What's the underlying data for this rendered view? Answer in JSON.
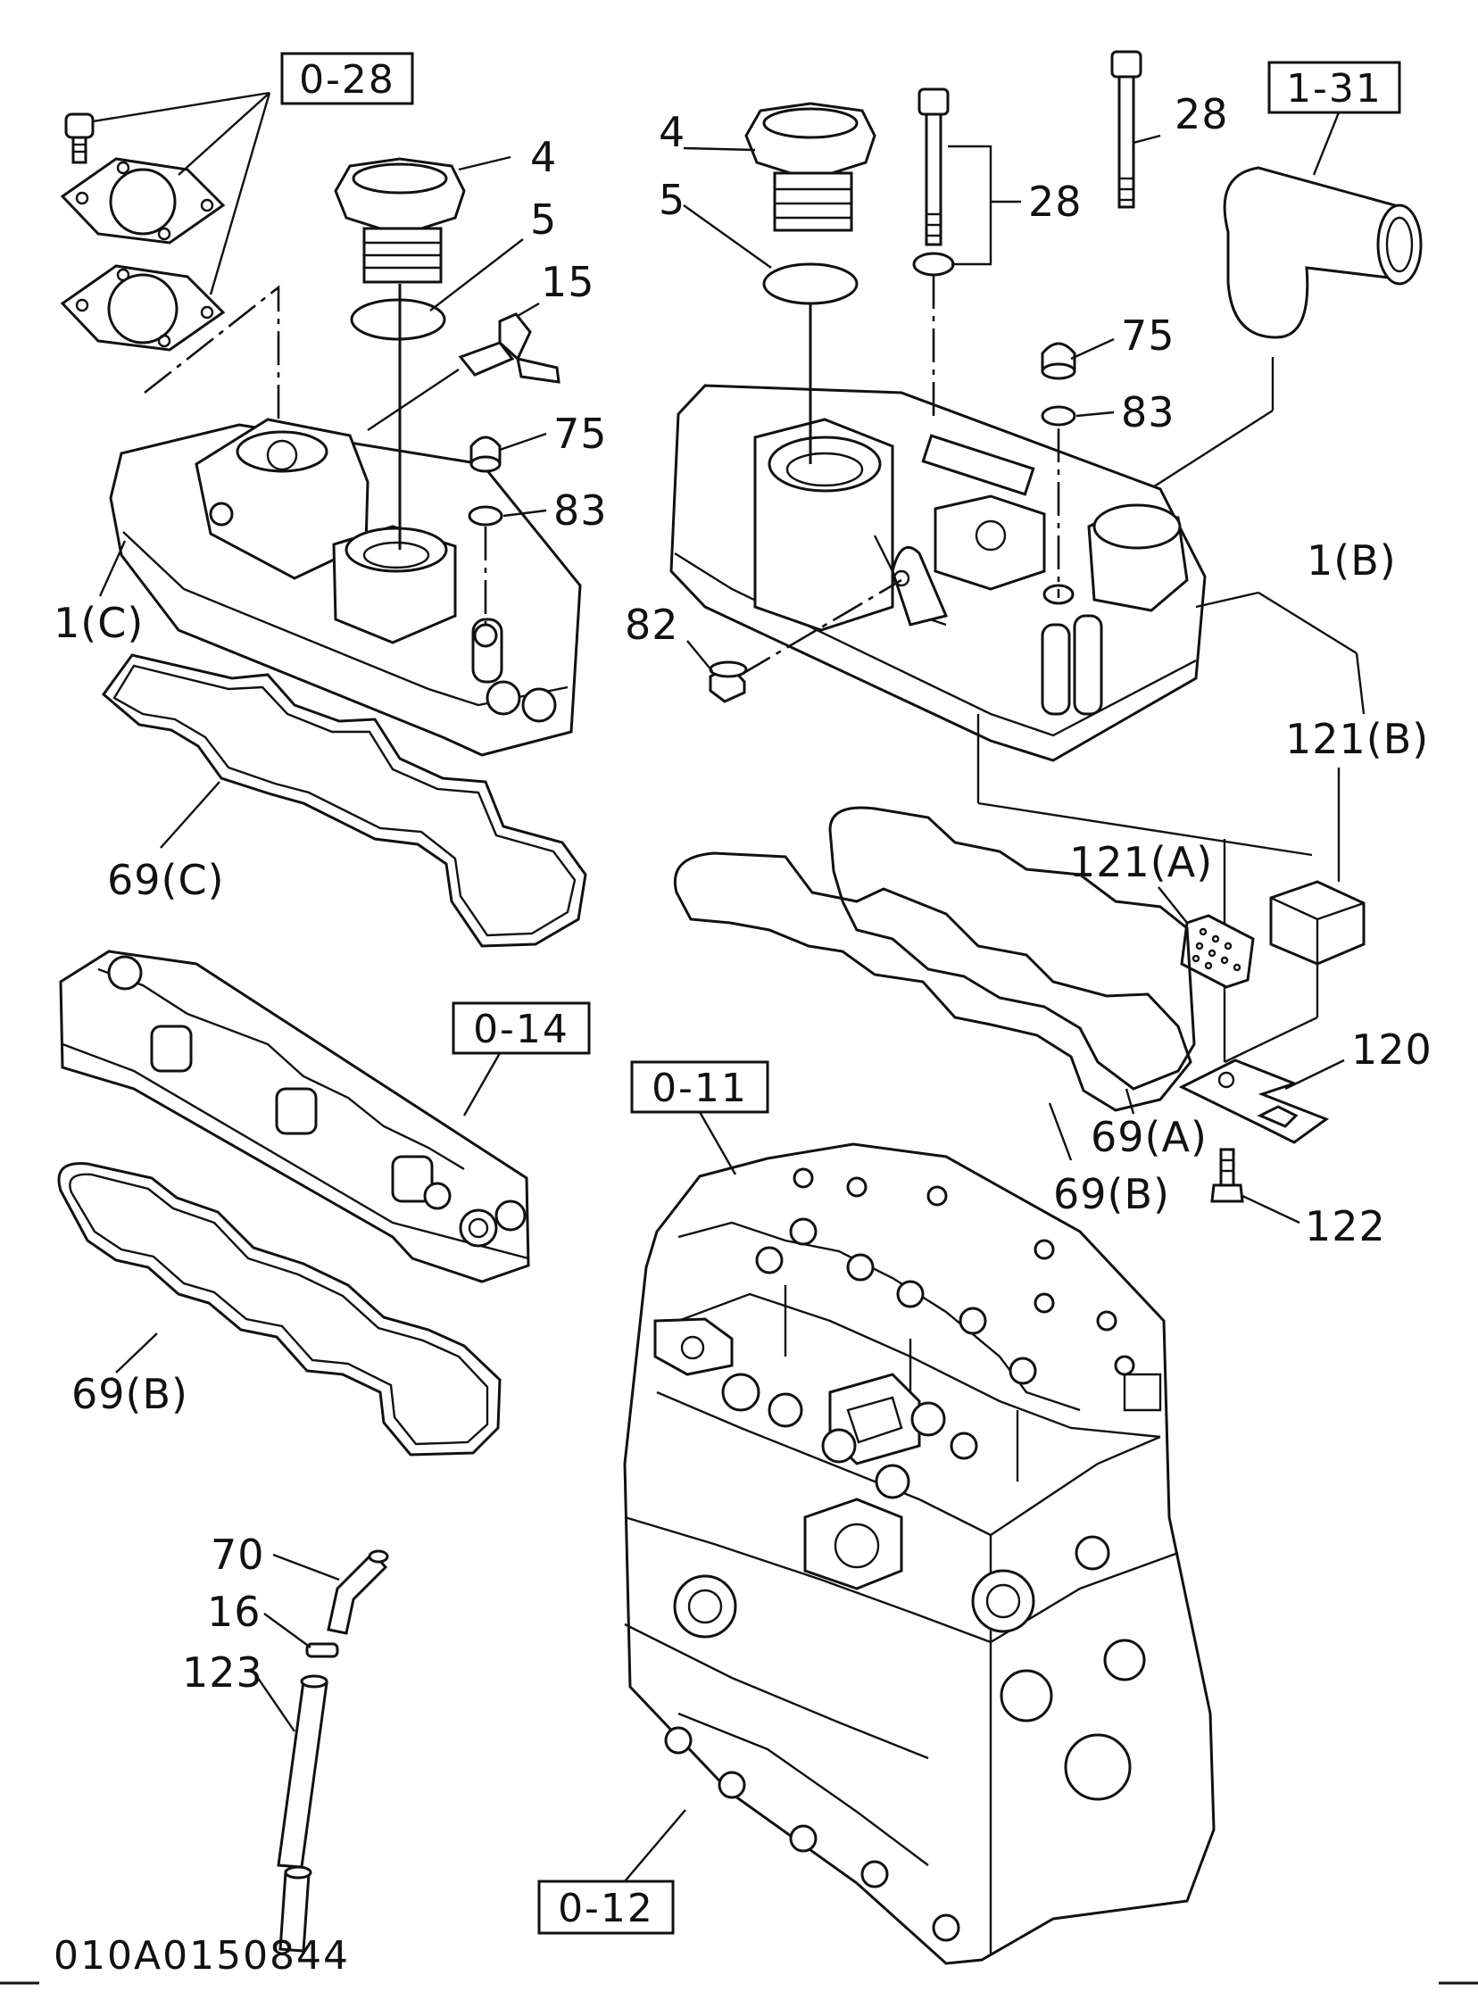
{
  "diagram": {
    "figure_code": "010A0150844",
    "reference_boxes": [
      "0-28",
      "1-31",
      "0-14",
      "0-11",
      "0-12"
    ],
    "part_callouts": [
      "4",
      "5",
      "15",
      "75",
      "83",
      "1(C)",
      "69(C)",
      "4",
      "5",
      "28",
      "28",
      "75",
      "83",
      "82",
      "1(B)",
      "121(B)",
      "121(A)",
      "120",
      "122",
      "69(A)",
      "69(B)",
      "69(B)",
      "70",
      "16",
      "123"
    ]
  }
}
